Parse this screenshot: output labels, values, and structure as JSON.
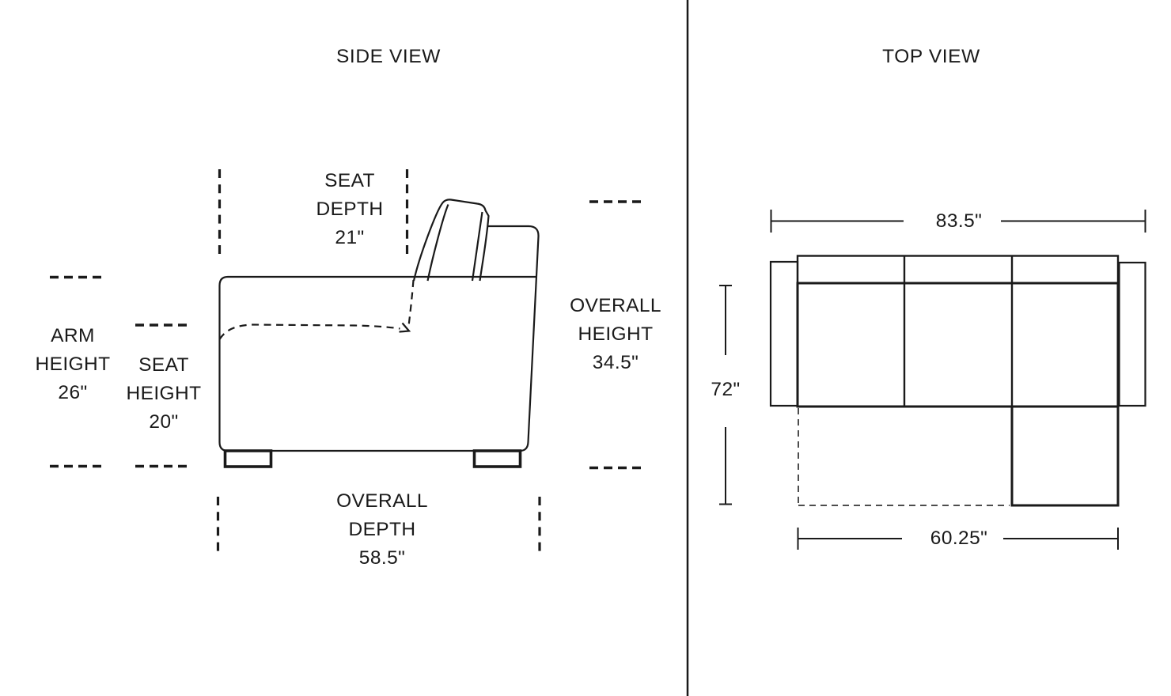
{
  "side_view": {
    "title": "SIDE VIEW",
    "labels": {
      "seat_depth": [
        "SEAT",
        "DEPTH",
        "21\""
      ],
      "arm_height": [
        "ARM",
        "HEIGHT",
        "26\""
      ],
      "seat_height": [
        "SEAT",
        "HEIGHT",
        "20\""
      ],
      "overall_height": [
        "OVERALL",
        "HEIGHT",
        "34.5\""
      ],
      "overall_depth": [
        "OVERALL",
        "DEPTH",
        "58.5\""
      ]
    },
    "dimensions": {
      "seat_depth": "21\"",
      "arm_height": "26\"",
      "seat_height": "20\"",
      "overall_height": "34.5\"",
      "overall_depth": "58.5\""
    }
  },
  "top_view": {
    "title": "TOP VIEW",
    "dimensions": {
      "overall_width": "83.5\"",
      "overall_depth_with_chaise": "72\"",
      "chaise_side_width": "60.25\""
    }
  },
  "colors": {
    "line": "#1a1a1a",
    "dashed_gray": "#4d4d4d",
    "background": "#ffffff"
  }
}
